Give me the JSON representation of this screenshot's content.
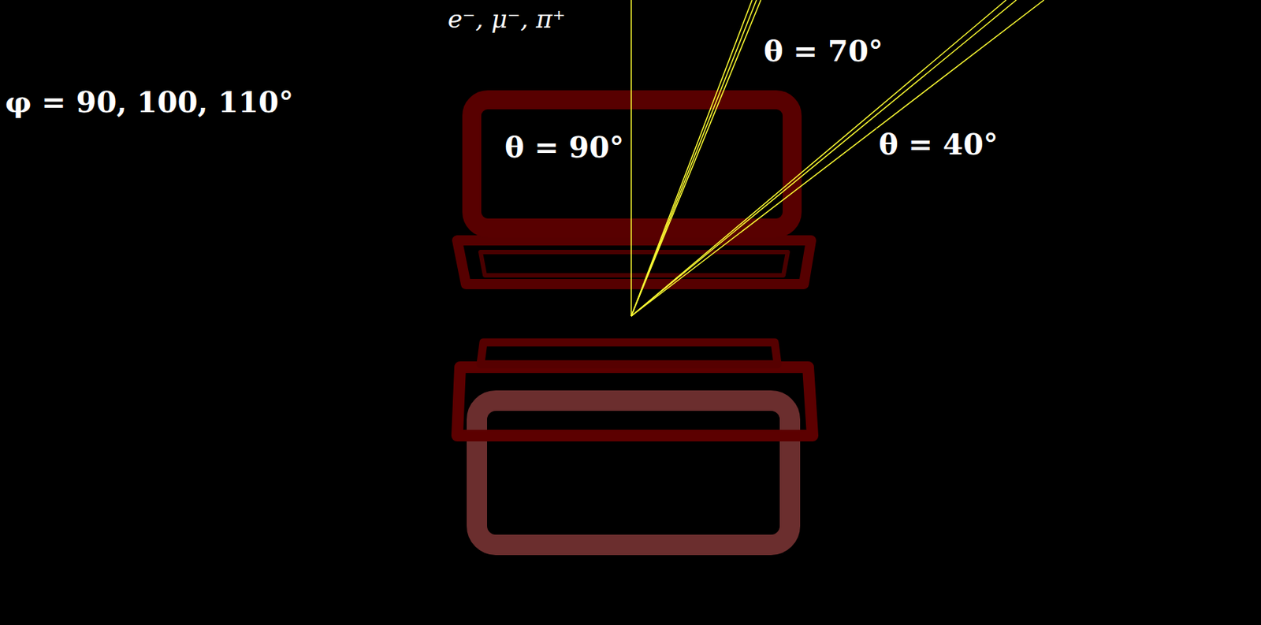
{
  "diagram": {
    "labels": [
      "e⁻, μ⁻, π⁺",
      "θ = 70°",
      "φ = 90, 100, 110°",
      "θ = 90°",
      "θ = 40°"
    ]
  }
}
